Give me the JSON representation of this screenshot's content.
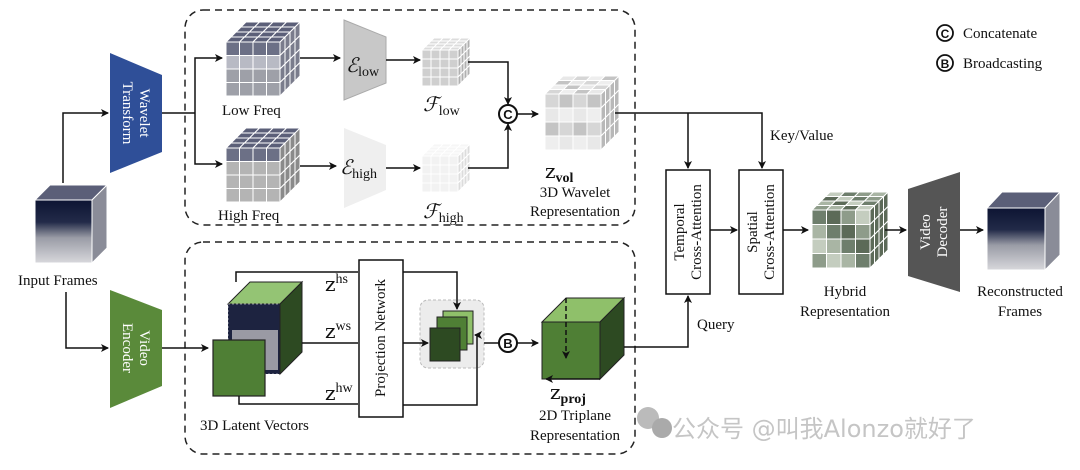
{
  "legend": {
    "concat_symbol": "C",
    "concat_label": "Concatenate",
    "broadcast_symbol": "B",
    "broadcast_label": "Broadcasting"
  },
  "nodes": {
    "input_frames": "Input Frames",
    "wavelet_transform": [
      "Wavelet",
      "Transform"
    ],
    "video_encoder": [
      "Video",
      "Encoder"
    ],
    "low_freq": "Low Freq",
    "high_freq": "High Freq",
    "enc_low": {
      "main": "ℰ",
      "sub": "low"
    },
    "enc_high": {
      "main": "ℰ",
      "sub": "high"
    },
    "feat_low": {
      "main": "ℱ",
      "sub": "low"
    },
    "feat_high": {
      "main": "ℱ",
      "sub": "high"
    },
    "z_vol": {
      "main": "z",
      "sub": "vol"
    },
    "wavelet_rep": [
      "3D Wavelet",
      "Representation"
    ],
    "latent_vectors": "3D Latent Vectors",
    "z_hs": {
      "main": "z",
      "sup": "hs"
    },
    "z_ws": {
      "main": "z",
      "sup": "ws"
    },
    "z_hw": {
      "main": "z",
      "sup": "hw"
    },
    "projection_network": "Projection Network",
    "z_proj": {
      "main": "z",
      "sub": "proj"
    },
    "triplane_rep": [
      "2D Triplane",
      "Representation"
    ],
    "temporal_ca": [
      "Temporal",
      "Cross-Attention"
    ],
    "spatial_ca": [
      "Spatial",
      "Cross-Attention"
    ],
    "key_value": "Key/Value",
    "query": "Query",
    "hybrid_rep": [
      "Hybrid",
      "Representation"
    ],
    "video_decoder": [
      "Video",
      "Decoder"
    ],
    "reconstructed": [
      "Reconstructed",
      "Frames"
    ]
  },
  "colors": {
    "wavelet_blue": "#2f4f98",
    "encoder_green": "#5a8a3a",
    "decoder_gray": "#555555",
    "dark_green": "#2d4a22",
    "light_green": "#8fc06a",
    "mid_green": "#4f7f35"
  },
  "watermark": "公众号 @叫我Alonzo就好了"
}
